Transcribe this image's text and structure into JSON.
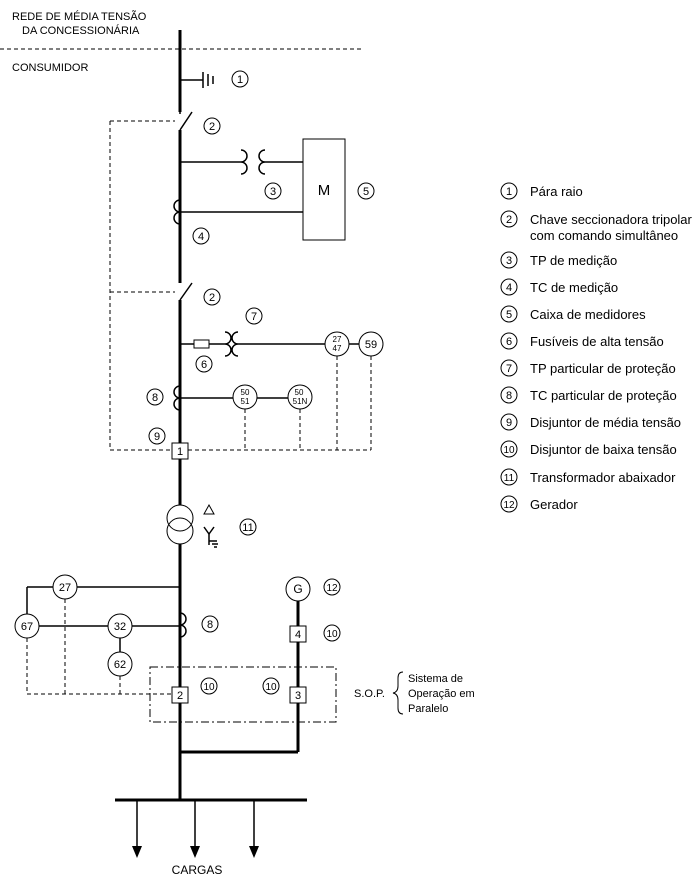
{
  "top_labels": {
    "grid_line1": "REDE DE MÉDIA TENSÃO",
    "grid_line2": "DA CONCESSIONÁRIA",
    "consumer": "CONSUMIDOR"
  },
  "meter_box": {
    "label": "M"
  },
  "relays": {
    "r27_47_top": "27",
    "r27_47_bot": "47",
    "r59": "59",
    "r50_51_top": "50",
    "r50_51_bot": "51",
    "r50_51n_top": "50",
    "r50_51n_bot": "51N",
    "r27": "27",
    "r67": "67",
    "r32": "32",
    "r62": "62"
  },
  "generator": {
    "label": "G"
  },
  "breakers": {
    "b1": "1",
    "b2": "2",
    "b3": "3",
    "b4": "4"
  },
  "callouts": {
    "c1": "1",
    "c2a": "2",
    "c2b": "2",
    "c3": "3",
    "c4": "4",
    "c5": "5",
    "c6": "6",
    "c7": "7",
    "c8a": "8",
    "c8b": "8",
    "c9": "9",
    "c10a": "10",
    "c10b": "10",
    "c10c": "10",
    "c11": "11",
    "c12": "12"
  },
  "sop": {
    "abbr": "S.O.P.",
    "line1": "Sistema de",
    "line2": "Operação em",
    "line3": "Paralelo"
  },
  "loads_label": "CARGAS",
  "legend": [
    {
      "num": "1",
      "text": "Pára raio"
    },
    {
      "num": "2",
      "text": "Chave seccionadora tripolar",
      "text2": "com comando simultâneo"
    },
    {
      "num": "3",
      "text": "TP de medição"
    },
    {
      "num": "4",
      "text": "TC de medição"
    },
    {
      "num": "5",
      "text": "Caixa de medidores"
    },
    {
      "num": "6",
      "text": "Fusíveis de alta tensão"
    },
    {
      "num": "7",
      "text": "TP particular de proteção"
    },
    {
      "num": "8",
      "text": "TC particular de proteção"
    },
    {
      "num": "9",
      "text": "Disjuntor de média tensão"
    },
    {
      "num": "10",
      "text": "Disjuntor de baixa tensão"
    },
    {
      "num": "11",
      "text": "Transformador abaixador"
    },
    {
      "num": "12",
      "text": "Gerador"
    }
  ]
}
